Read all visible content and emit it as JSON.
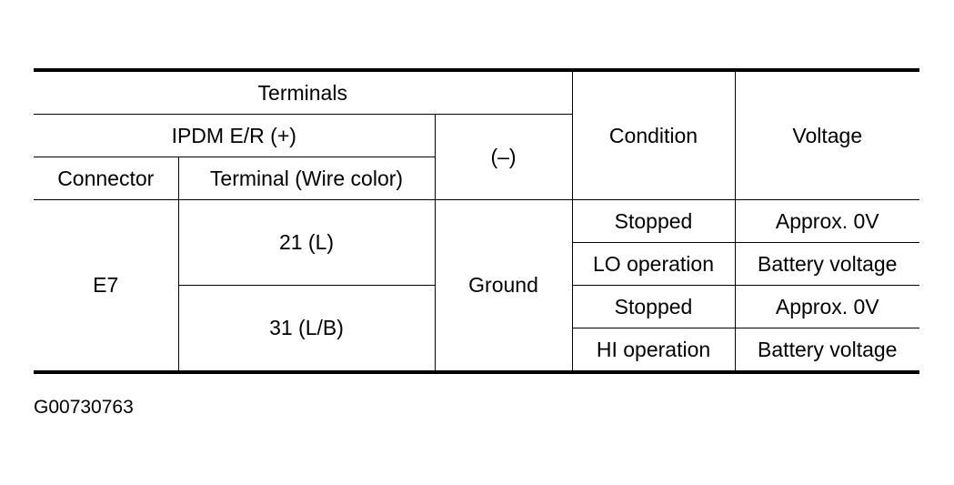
{
  "table": {
    "header": {
      "terminals": "Terminals",
      "ipdm": "IPDM E/R (+)",
      "minus": "(–)",
      "condition": "Condition",
      "voltage": "Voltage",
      "connector": "Connector",
      "terminal_wire": "Terminal (Wire color)"
    },
    "connector_value": "E7",
    "ground_value": "Ground",
    "terminals": [
      {
        "terminal": "21 (L)",
        "rows": [
          {
            "condition": "Stopped",
            "voltage": "Approx. 0V"
          },
          {
            "condition": "LO operation",
            "voltage": "Battery voltage"
          }
        ]
      },
      {
        "terminal": "31 (L/B)",
        "rows": [
          {
            "condition": "Stopped",
            "voltage": "Approx. 0V"
          },
          {
            "condition": "HI operation",
            "voltage": "Battery voltage"
          }
        ]
      }
    ]
  },
  "reference_code": "G00730763"
}
